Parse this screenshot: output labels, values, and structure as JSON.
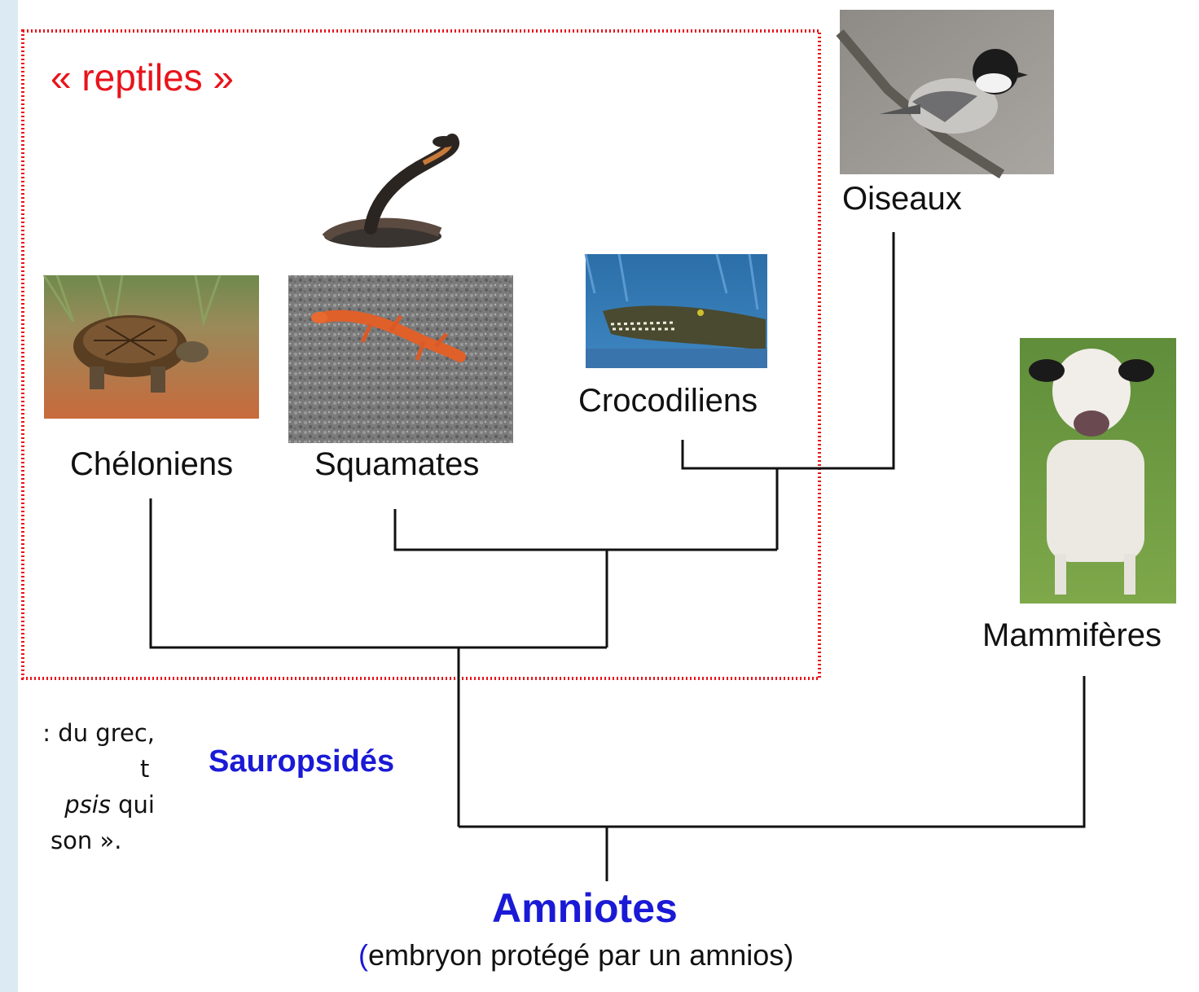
{
  "reptiles_group": {
    "label": "« reptiles »",
    "border_color": "#e8141b"
  },
  "taxa": {
    "cheloniens": "Chéloniens",
    "squamates": "Squamates",
    "crocodiliens": "Crocodiliens",
    "oiseaux": "Oiseaux",
    "mammiferes": "Mammifères"
  },
  "clades": {
    "sauropsides": "Sauropsidés",
    "amniotes": "Amniotes",
    "amniotes_paren_open": "(",
    "amniotes_note": "embryon protégé par un amnios)"
  },
  "side_text": {
    "line1": ": du grec,",
    "line2": "t",
    "line3_italic": "psis",
    "line3_rest": " qui",
    "line4": "son »."
  },
  "colors": {
    "accent_blue": "#1a1ad6",
    "red": "#e8141b",
    "tree_line": "#111111"
  }
}
